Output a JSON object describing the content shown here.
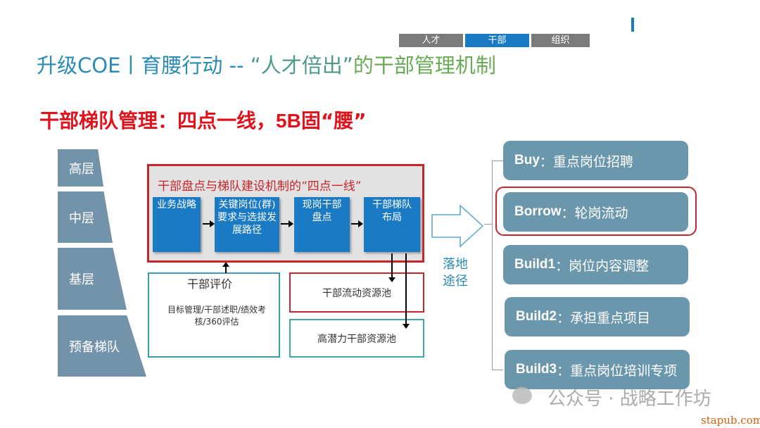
{
  "tabs": [
    {
      "label": "人才"
    },
    {
      "label": "干部"
    },
    {
      "label": "组织"
    }
  ],
  "title": {
    "part1": "升级COE丨育腰行动 -- ",
    "part2": "“人才倍出”",
    "part3": "的干部管理机制"
  },
  "subtitle": {
    "part1": "干部梯队管理：四点一线，",
    "part2": "5B",
    "part3": "固“腰”"
  },
  "tiers": [
    "高层",
    "中层",
    "基层",
    "预备梯队"
  ],
  "mechanism": {
    "title": "干部盘点与梯队建设机制的“四点一线”",
    "steps": [
      "业务战略",
      "关键岗位(群)要求与选拔发展路径",
      "现岗干部盘点",
      "干部梯队布局"
    ]
  },
  "evaluation": {
    "title": "干部评价",
    "desc": "目标管理/干部述职/绩效考核/360评估"
  },
  "pools": [
    "干部流动资源池",
    "高潜力干部资源池"
  ],
  "path_label": "落地途径",
  "paths": [
    {
      "key": "Buy",
      "text": "：重点岗位招聘"
    },
    {
      "key": "Borrow",
      "text": "：轮岗流动"
    },
    {
      "key": "Build1",
      "text": "：岗位内容调整"
    },
    {
      "key": "Build2",
      "text": "：承担重点项目"
    },
    {
      "key": "Build3",
      "text": "：重点岗位培训专项"
    }
  ],
  "watermark": "公众号 · 战略工作坊",
  "site": "stapub.com",
  "colors": {
    "accent_blue": "#1a7ac4",
    "red": "#c6252b",
    "slate": "#6b97ad"
  }
}
